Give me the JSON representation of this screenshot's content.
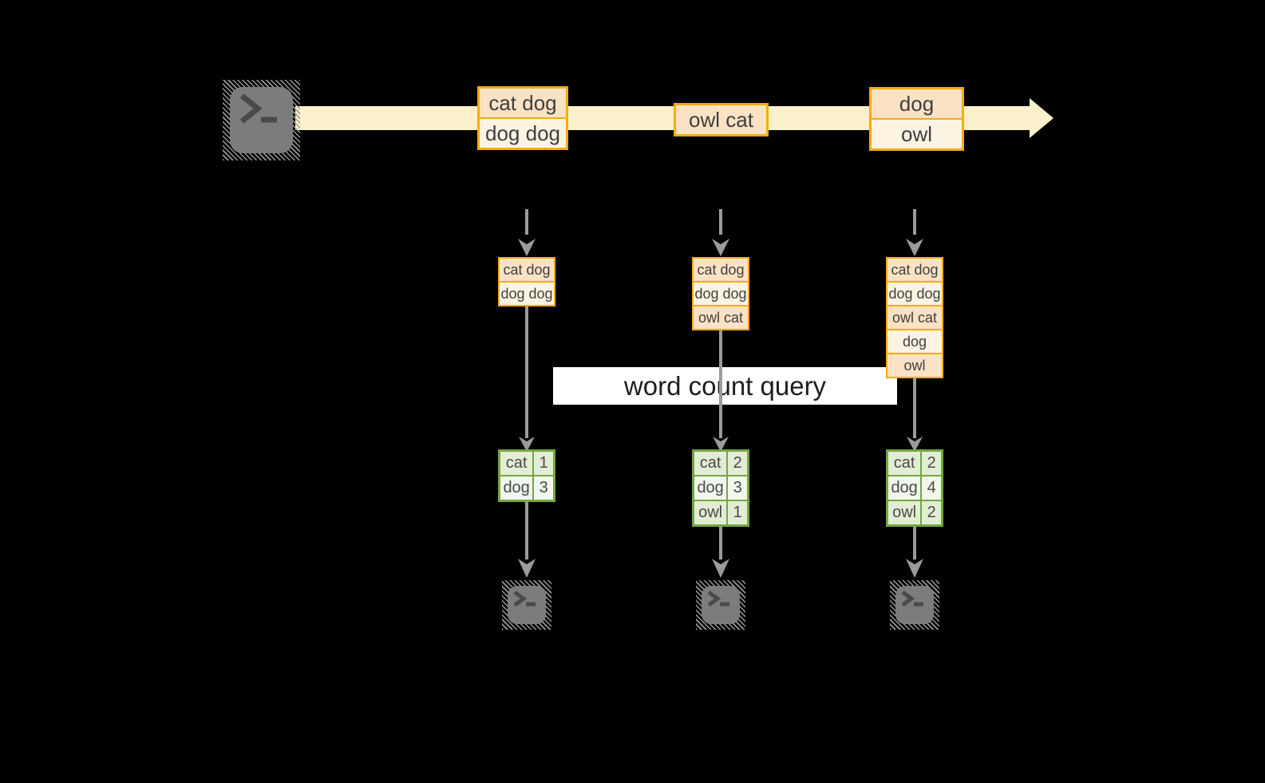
{
  "colors": {
    "bg": "#000000",
    "band": "#FAF0CB",
    "gold": "#F3AC10",
    "peach": "#FAE2C4",
    "cream": "#FDF3E2",
    "green": "#74A73F",
    "sage": "#E2EDD5",
    "sage_light": "#F1F7EC",
    "arrow": "#9B9B9B",
    "terminal": "#7C7C7C",
    "terminal_glyph": "#4A4A4A",
    "hatch": "#989898",
    "ink": "#3F3F3F",
    "table_ink": "#4A4A4A",
    "label_bg": "#FFFFFF",
    "label_ink": "#1E1E1E"
  },
  "icons": {
    "source": "terminal-icon",
    "sink": "terminal-icon"
  },
  "stream": {
    "batches": [
      {
        "lines": [
          "cat dog",
          "dog dog"
        ]
      },
      {
        "lines": [
          "owl cat"
        ]
      },
      {
        "lines": [
          "dog",
          "owl"
        ]
      }
    ]
  },
  "query_label": "word count query",
  "columns": [
    {
      "state": [
        "cat dog",
        "dog dog"
      ],
      "result": [
        {
          "word": "cat",
          "count": "1"
        },
        {
          "word": "dog",
          "count": "3"
        }
      ]
    },
    {
      "state": [
        "cat dog",
        "dog dog",
        "owl cat"
      ],
      "result": [
        {
          "word": "cat",
          "count": "2"
        },
        {
          "word": "dog",
          "count": "3"
        },
        {
          "word": "owl",
          "count": "1"
        }
      ]
    },
    {
      "state": [
        "cat dog",
        "dog dog",
        "owl cat",
        "dog",
        "owl"
      ],
      "result": [
        {
          "word": "cat",
          "count": "2"
        },
        {
          "word": "dog",
          "count": "4"
        },
        {
          "word": "owl",
          "count": "2"
        }
      ]
    }
  ]
}
